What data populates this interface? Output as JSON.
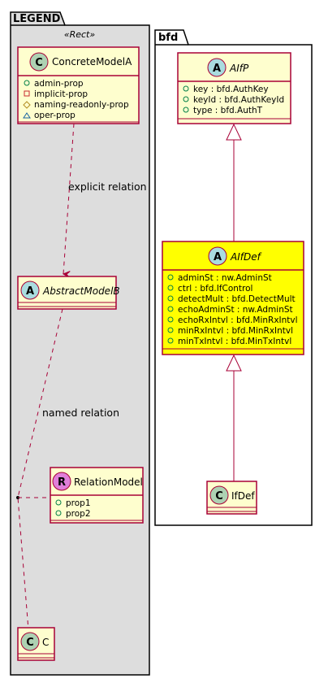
{
  "legend": {
    "title": "LEGEND",
    "stereotype": "«Rect»",
    "concrete_model": {
      "letter": "C",
      "name": "ConcreteModelA",
      "attributes": [
        "admin-prop",
        "implicit-prop",
        "naming-readonly-prop",
        "oper-prop"
      ]
    },
    "abstract_model": {
      "letter": "A",
      "name": "AbstractModelB"
    },
    "relation_model": {
      "letter": "R",
      "name": "RelationModel",
      "attributes": [
        "prop1",
        "prop2"
      ]
    },
    "class_c": {
      "letter": "C",
      "name": "C"
    },
    "explicit_relation_label": "explicit relation",
    "named_relation_label": "named relation"
  },
  "bfd": {
    "title": "bfd",
    "aifp": {
      "letter": "A",
      "name": "AIfP",
      "attributes": [
        "key : bfd.AuthKey",
        "keyId : bfd.AuthKeyId",
        "type : bfd.AuthT"
      ]
    },
    "aifdef": {
      "letter": "A",
      "name": "AIfDef",
      "attributes": [
        "adminSt : nw.AdminSt",
        "ctrl : bfd.IfControl",
        "detectMult : bfd.DetectMult",
        "echoAdminSt : nw.AdminSt",
        "echoRxIntvl : bfd.MinRxIntvl",
        "minRxIntvl : bfd.MinRxIntvl",
        "minTxIntvl : bfd.MinTxIntvl"
      ]
    },
    "ifdef": {
      "letter": "C",
      "name": "IfDef"
    }
  },
  "colors": {
    "class_fill": "#FEFECE",
    "class_border": "#A80036",
    "highlight_fill": "#FFFF00",
    "legend_fill": "#DDDDDD",
    "abstract_circle": "#A9DCDF",
    "concrete_circle": "#ADD1B2",
    "relation_circle": "#E07FD9"
  }
}
